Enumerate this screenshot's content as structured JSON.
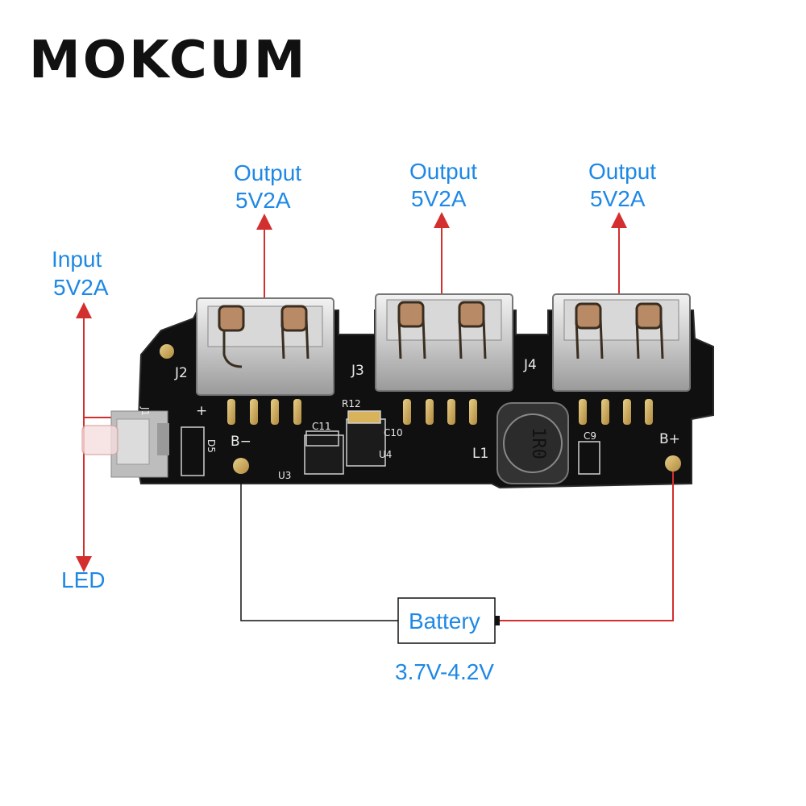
{
  "brand": "MOKCUM",
  "outputs": [
    {
      "line1": "Output",
      "line2": "5V2A"
    },
    {
      "line1": "Output",
      "line2": "5V2A"
    },
    {
      "line1": "Output",
      "line2": "5V2A"
    }
  ],
  "input": {
    "line1": "Input",
    "line2": "5V2A"
  },
  "led_label": "LED",
  "battery": {
    "label": "Battery",
    "voltage": "3.7V-4.2V"
  },
  "board": {
    "j2": "J2",
    "j3": "J3",
    "j4": "J4",
    "j1": "J1",
    "d5": "D5",
    "plus": "+",
    "b_minus": "B−",
    "b_plus": "B+",
    "u3": "U3",
    "u4": "U4",
    "c11": "C11",
    "c10": "C10",
    "c9": "C9",
    "r12": "R12",
    "l1": "L1",
    "inductor_code": "1R0"
  },
  "colors": {
    "label_blue": "#1e88e5",
    "wire_red": "#d32f2f",
    "wire_black": "#111111",
    "pcb": "#101010"
  }
}
